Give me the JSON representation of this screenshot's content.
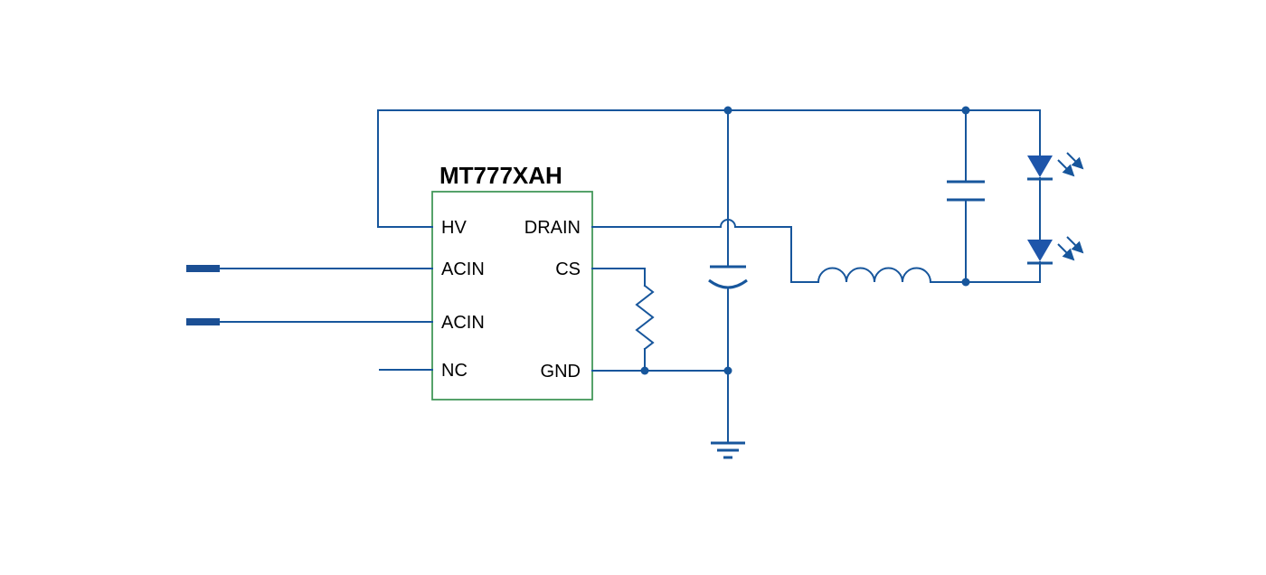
{
  "diagram": {
    "title": "MT777XAH",
    "ic": {
      "left_pins": [
        "HV",
        "ACIN",
        "ACIN",
        "NC"
      ],
      "right_pins": [
        "DRAIN",
        "CS",
        "GND"
      ]
    },
    "components": {
      "input_terminals": "ac-line-input-terminals",
      "input_capacitor": "polarized-capacitor",
      "output_capacitor": "capacitor",
      "inductor": "inductor-4-turns",
      "current_sense_resistor": "resistor",
      "leds": "led-string-of-2",
      "ground": "earth-ground"
    },
    "colors": {
      "wire": "#17569c",
      "terminal": "#1b4f94",
      "led": "#1e55aa",
      "ic_border": "#44985a",
      "text": "#000000",
      "background": "#ffffff"
    }
  }
}
